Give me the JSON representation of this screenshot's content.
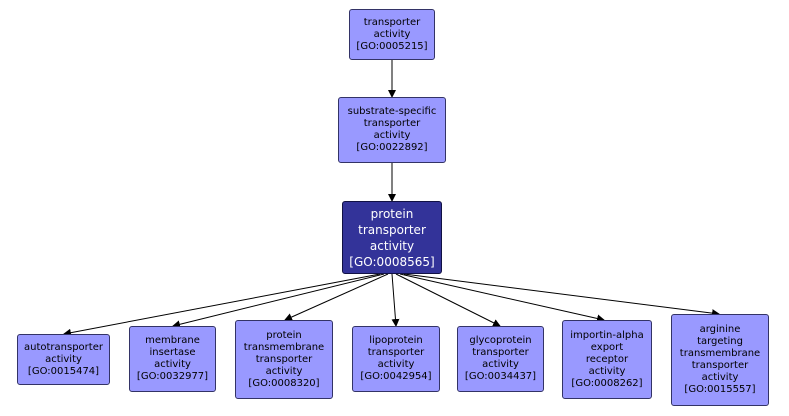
{
  "colors": {
    "node": "#9999ff",
    "current": "#333399",
    "edge": "#000000"
  },
  "nodes": {
    "transporter": {
      "lines": [
        "transporter",
        "activity",
        "[GO:0005215]"
      ]
    },
    "substrate": {
      "lines": [
        "substrate-specific",
        "transporter",
        "activity",
        "[GO:0022892]"
      ]
    },
    "protein": {
      "lines": [
        "protein",
        "transporter",
        "activity",
        "[GO:0008565]"
      ]
    },
    "autotransporter": {
      "lines": [
        "autotransporter",
        "activity",
        "[GO:0015474]"
      ]
    },
    "membrane": {
      "lines": [
        "membrane",
        "insertase",
        "activity",
        "[GO:0032977]"
      ]
    },
    "transmembrane": {
      "lines": [
        "protein",
        "transmembrane",
        "transporter",
        "activity",
        "[GO:0008320]"
      ]
    },
    "lipoprotein": {
      "lines": [
        "lipoprotein",
        "transporter",
        "activity",
        "[GO:0042954]"
      ]
    },
    "glycoprotein": {
      "lines": [
        "glycoprotein",
        "transporter",
        "activity",
        "[GO:0034437]"
      ]
    },
    "importin": {
      "lines": [
        "importin-alpha",
        "export",
        "receptor",
        "activity",
        "[GO:0008262]"
      ]
    },
    "arginine": {
      "lines": [
        "arginine",
        "targeting",
        "transmembrane",
        "transporter",
        "activity",
        "[GO:0015557]"
      ]
    }
  }
}
